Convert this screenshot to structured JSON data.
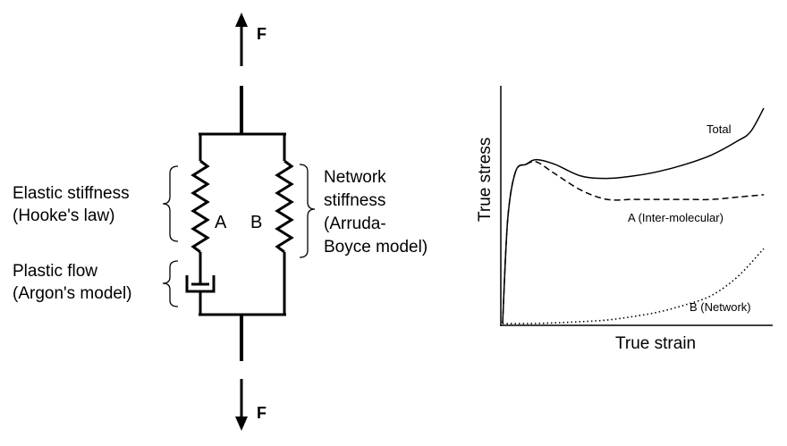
{
  "model": {
    "force_label": "F",
    "branch_a_label": "A",
    "branch_b_label": "B",
    "elastic_lines": [
      "Elastic stiffness",
      "(Hooke's law)"
    ],
    "plastic_lines": [
      "Plastic flow",
      "(Argon's model)"
    ],
    "network_lines": [
      "Network",
      "stiffness",
      "(Arruda-",
      "Boyce model)"
    ]
  },
  "chart_data": {
    "type": "line",
    "xlabel": "True strain",
    "ylabel": "True stress",
    "grid": false,
    "legend": "none",
    "series": [
      {
        "name": "Total",
        "style": "solid",
        "x": [
          0,
          0.02,
          0.05,
          0.09,
          0.13,
          0.2,
          0.3,
          0.4,
          0.5,
          0.6,
          0.7,
          0.8,
          0.9,
          0.95,
          1.0
        ],
        "y": [
          0,
          0.45,
          0.65,
          0.68,
          0.7,
          0.68,
          0.63,
          0.62,
          0.63,
          0.65,
          0.68,
          0.72,
          0.78,
          0.82,
          0.92
        ]
      },
      {
        "name": "A  (Inter-molecular)",
        "style": "dashed",
        "x": [
          0,
          0.02,
          0.05,
          0.09,
          0.13,
          0.2,
          0.3,
          0.4,
          0.5,
          0.6,
          0.7,
          0.8,
          0.9,
          1.0
        ],
        "y": [
          0,
          0.45,
          0.65,
          0.68,
          0.69,
          0.64,
          0.57,
          0.53,
          0.53,
          0.53,
          0.53,
          0.53,
          0.54,
          0.55
        ]
      },
      {
        "name": "B  (Network)",
        "style": "dotted",
        "x": [
          0,
          0.1,
          0.2,
          0.3,
          0.4,
          0.5,
          0.6,
          0.7,
          0.8,
          0.9,
          1.0
        ],
        "y": [
          0,
          0.0,
          0.003,
          0.008,
          0.015,
          0.03,
          0.05,
          0.08,
          0.12,
          0.2,
          0.32
        ]
      }
    ]
  }
}
